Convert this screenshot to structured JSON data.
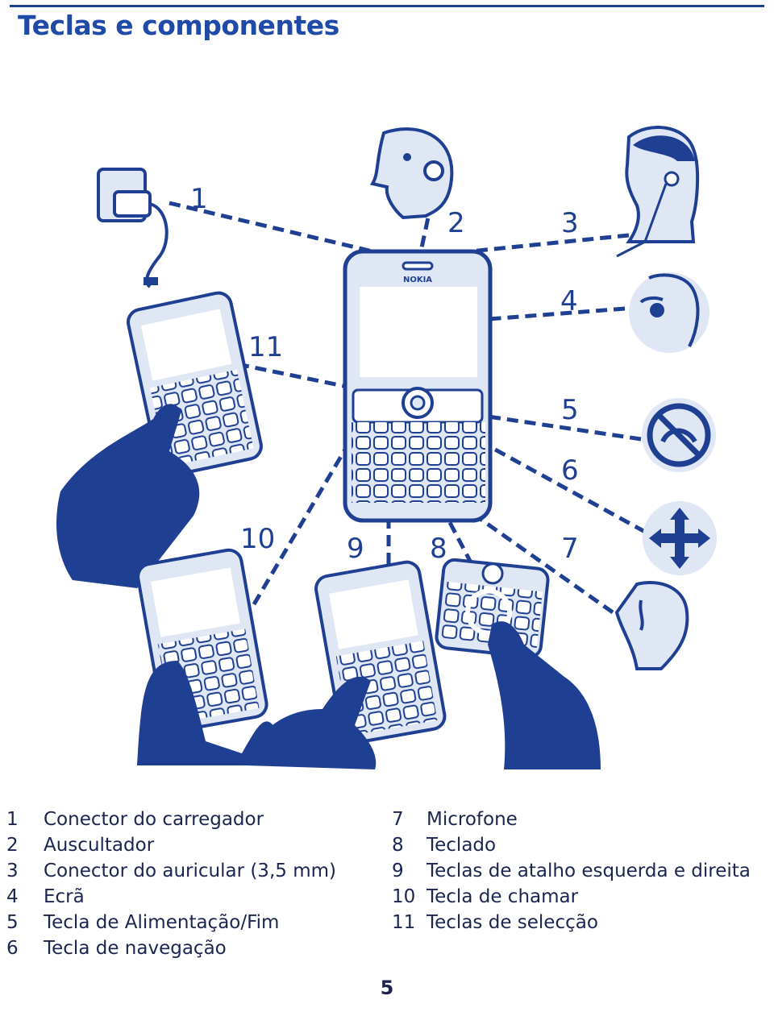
{
  "page": {
    "title": "Teclas e componentes",
    "page_number": "5"
  },
  "callouts": [
    "1",
    "2",
    "3",
    "4",
    "5",
    "6",
    "7",
    "8",
    "9",
    "10",
    "11"
  ],
  "legend_left": [
    {
      "num": "1",
      "label": "Conector do carregador"
    },
    {
      "num": "2",
      "label": "Auscultador"
    },
    {
      "num": "3",
      "label": "Conector do auricular (3,5 mm)"
    },
    {
      "num": "4",
      "label": "Ecrã"
    },
    {
      "num": "5",
      "label": "Tecla de Alimentação/Fim"
    },
    {
      "num": "6",
      "label": "Tecla de navegação"
    }
  ],
  "legend_right": [
    {
      "num": "7",
      "label": "Microfone"
    },
    {
      "num": "8",
      "label": "Teclado"
    },
    {
      "num": "9",
      "label": "Teclas de atalho esquerda e direita"
    },
    {
      "num": "10",
      "label": "Tecla de chamar"
    },
    {
      "num": "11",
      "label": "Teclas de selecção"
    }
  ],
  "phone_brand": "NOKIA",
  "colors": {
    "accent": "#1f3f93",
    "fill": "#dfe6f4",
    "ink": "#1b2550"
  }
}
